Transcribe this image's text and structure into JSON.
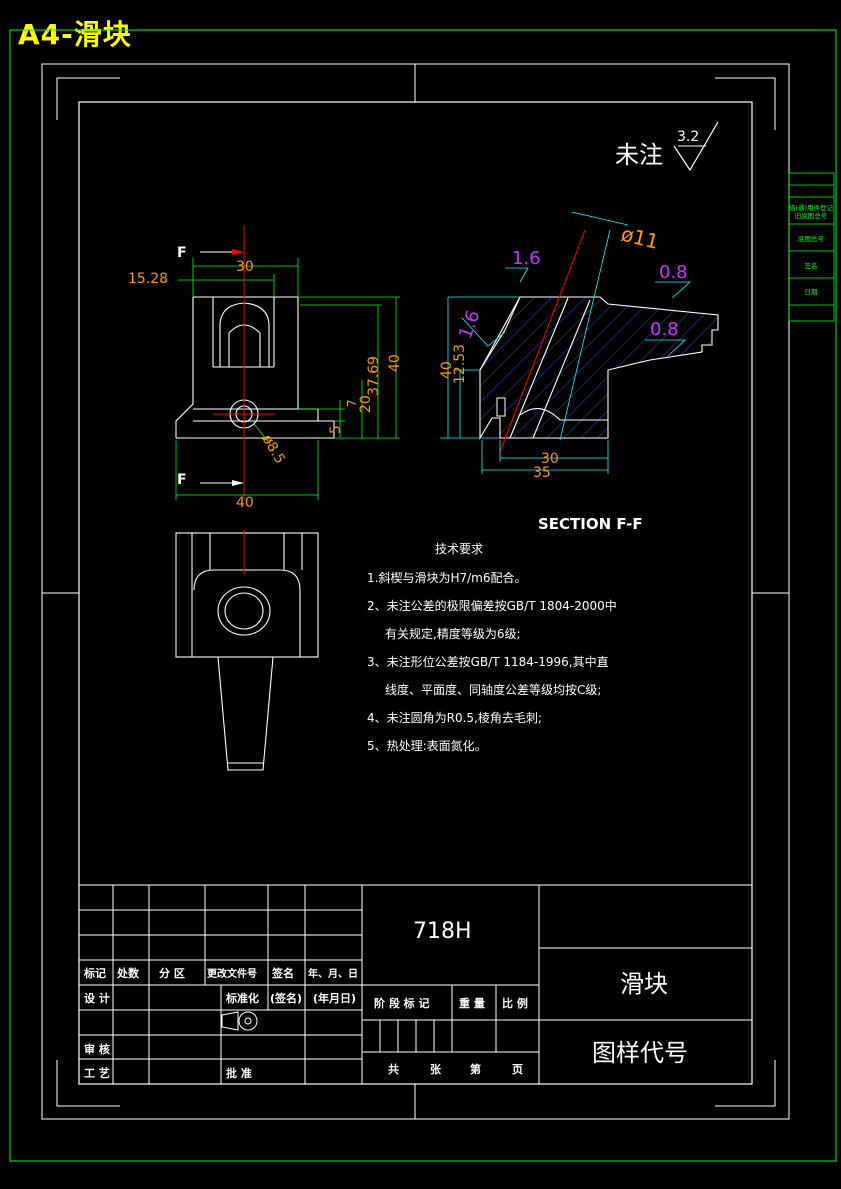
{
  "sheet_tag": "A4-滑块",
  "surface_finish": {
    "label": "未注",
    "value": "3.2"
  },
  "section_label": "SECTION F-F",
  "section_mark": "F",
  "dimensions": {
    "d15_28": "15.28",
    "d30_top": "30",
    "d40_bottom": "40",
    "d37_69": "37.69",
    "d40_right": "40",
    "d20": "20",
    "d7": "7",
    "d5": "5",
    "d8_5": "ø8.5",
    "phi11": "ø11",
    "r16a": "1.6",
    "r08a": "0.8",
    "r16b": "1.6",
    "r08b": "0.8",
    "s40": "40",
    "s12_53": "12.53",
    "s30": "30",
    "s35": "35"
  },
  "tech": {
    "heading": "技术要求",
    "lines": [
      "1.斜楔与滑块为H7/m6配合。",
      "2、未注公差的极限偏差按GB/T 1804-2000中",
      "有关规定,精度等级为6级;",
      "3、未注形位公差按GB/T 1184-1996,其中直",
      "线度、平面度、同轴度公差等级均按C级;",
      "4、未注圆角为R0.5,棱角去毛刺;",
      "5、热处理:表面氮化。"
    ]
  },
  "side_strip": [
    "借(通)用件登记",
    "旧底图总号",
    "底图总号",
    "签名",
    "日期"
  ],
  "title_block": {
    "material": "718H",
    "part_name": "滑块",
    "drawing_no": "图样代号",
    "rev_headers": [
      "标记",
      "处数",
      "分 区",
      "更改文件号",
      "签名",
      "年、月、日"
    ],
    "row_design": [
      "设 计",
      "标准化",
      "(签名)",
      "(年月日)"
    ],
    "row_check": "审 核",
    "row_process": "工 艺",
    "row_approve": "批 准",
    "stage_headers": [
      "阶 段 标 记",
      "重 量",
      "比 例"
    ],
    "sheets": [
      "共",
      "张",
      "第",
      "页"
    ]
  },
  "colors": {
    "line": "#ffffff",
    "dim": "#00ff00",
    "dimtext": "#ff9900",
    "center": "#ff0000",
    "finish": "#cc33ff",
    "hatch": "#3366ff",
    "frame": "#00ff00",
    "cyan": "#00ffff",
    "tag": "#ffff00"
  }
}
